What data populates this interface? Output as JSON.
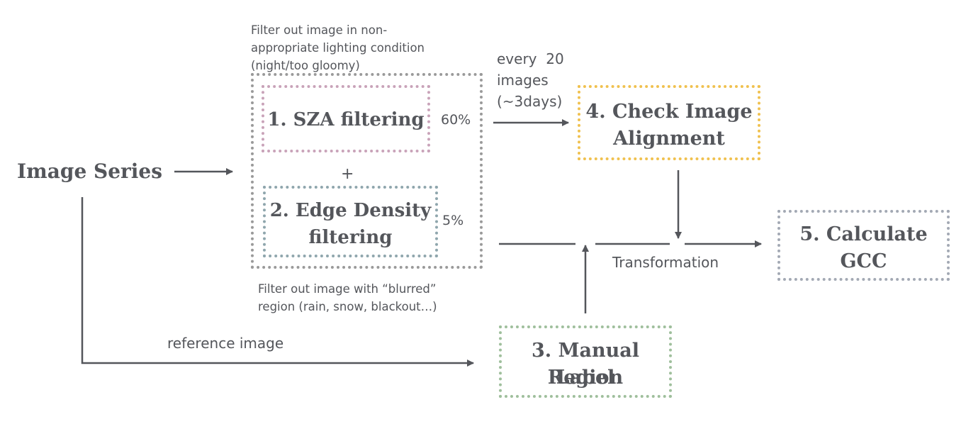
{
  "source": {
    "label": "Image Series"
  },
  "filter_group": {
    "top_note": [
      "Filter out image in non-",
      "appropriate lighting condition",
      "(night/too gloomy)"
    ],
    "bottom_note": [
      "Filter out image with “blurred”",
      "region (rain, snow, blackout…)"
    ],
    "plus": "+"
  },
  "steps": {
    "sza": {
      "title": "1. SZA filtering",
      "percent": "60%"
    },
    "edge": {
      "title_line1": "2. Edge Density",
      "title_line2": "filtering",
      "percent": "5%"
    },
    "manual": {
      "title_line1": "3. Manual Label",
      "title_line2": "Region"
    },
    "align": {
      "title_line1": "4. Check Image",
      "title_line2": "Alignment"
    },
    "gcc": {
      "title_line1": "5. Calculate",
      "title_line2": "GCC"
    }
  },
  "edges": {
    "every_line1": "every  20",
    "every_line2": "images",
    "every_line3": "(~3days)",
    "reference": "reference image",
    "transformation": "Transformation"
  },
  "colors": {
    "text": "#54565b",
    "arrow": "#54565b",
    "group_border": "#9a9a9a",
    "sza_border": "#c9a3b9",
    "edge_border": "#8fa6ad",
    "manual_border": "#9fbf9c",
    "align_border": "#f0c14f",
    "gcc_border": "#a3a9b4"
  }
}
